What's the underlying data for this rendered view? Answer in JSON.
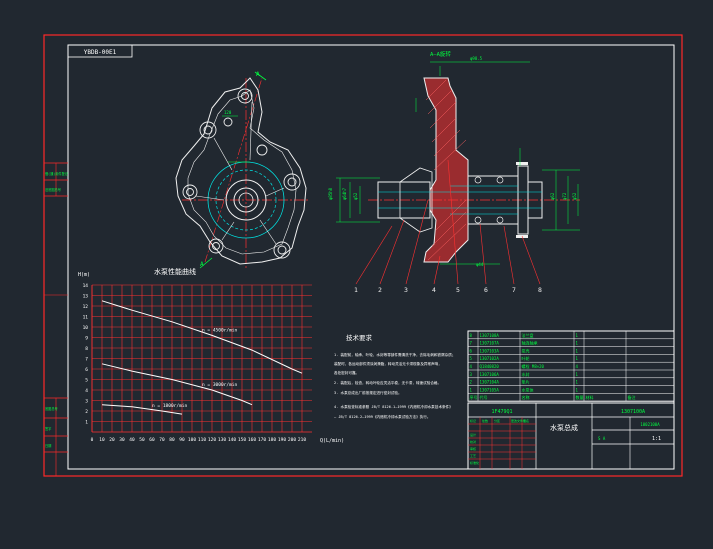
{
  "drawing": {
    "corner_tag": "YBDB-00E1",
    "section_title": "A—A旋转",
    "section_mark": "A",
    "balloons": [
      "1",
      "2",
      "3",
      "4",
      "5",
      "6",
      "7",
      "8"
    ],
    "dims_left": [
      "φ85h8",
      "φ64h7",
      "φ52"
    ],
    "dims_right": [
      "φ62",
      "φ72",
      "φ52"
    ],
    "dims_misc": [
      "φ98.5",
      "120",
      "φ44"
    ]
  },
  "chart_data": {
    "type": "line",
    "title": "水泵性能曲线",
    "ylabel": "H(m)",
    "xlabel": "Q(L/min)",
    "xlim": [
      0,
      220
    ],
    "ylim": [
      0,
      14
    ],
    "xticks": [
      0,
      10,
      20,
      30,
      40,
      50,
      60,
      70,
      80,
      90,
      100,
      110,
      120,
      130,
      140,
      150,
      160,
      170,
      180,
      190,
      200,
      210
    ],
    "yticks": [
      1,
      2,
      3,
      4,
      5,
      6,
      7,
      8,
      9,
      10,
      11,
      12,
      13,
      14
    ],
    "grid": true,
    "series": [
      {
        "name": "n = 4500r/min",
        "x": [
          10,
          40,
          80,
          120,
          160,
          200,
          210
        ],
        "y": [
          12.5,
          11.6,
          10.5,
          9.2,
          7.8,
          6.0,
          5.6
        ]
      },
      {
        "name": "n = 3000r/min",
        "x": [
          10,
          40,
          80,
          120,
          150,
          160
        ],
        "y": [
          6.5,
          5.8,
          5.0,
          4.0,
          3.0,
          2.6
        ]
      },
      {
        "name": "n = 1800r/min",
        "x": [
          10,
          40,
          70,
          90
        ],
        "y": [
          2.6,
          2.4,
          2.0,
          1.7
        ]
      }
    ]
  },
  "tech": {
    "heading": "技术要求",
    "lines": [
      "1. 装配前，轴承、叶轮、水封等零部件需清洗干净，去除毛刺和铁屑杂质；",
      "装配时，各运动部件须涂润滑脂，转动灵活无卡滞现象及异常声响，",
      "各处密封可靠。",
      "2. 装配后，检查，转动叶轮应灵活平稳，无卡滞，转速试验合格。",
      "3. 水泵总成出厂前按规定进行密封试验。",
      "",
      "4. 水泵检查标准参照 JB/T 8126.1—1999《内燃机冷却水泵技术条件》",
      "— JB/T 8126.2—1999《内燃机冷却水泵试验方法》执行。"
    ]
  },
  "bom": {
    "rows": [
      [
        "8",
        "1307108A",
        "法兰盘",
        "1",
        "",
        ""
      ],
      [
        "7",
        "1307107A",
        "轴连轴承",
        "1",
        "",
        ""
      ],
      [
        "6",
        "1307103A",
        "泵壳",
        "1",
        "",
        ""
      ],
      [
        "5",
        "1307102A",
        "叶轮",
        "1",
        "",
        ""
      ],
      [
        "4",
        "Q1840820",
        "螺栓 M8×20",
        "4",
        "",
        ""
      ],
      [
        "3",
        "1307106A",
        "水封",
        "1",
        "",
        ""
      ],
      [
        "2",
        "1307104A",
        "垫片",
        "1",
        "",
        ""
      ],
      [
        "1",
        "1307105A",
        "水泵体",
        "1",
        "",
        ""
      ]
    ],
    "headers": [
      "序号",
      "代号",
      "名称",
      "数量",
      "材料",
      "备注"
    ]
  },
  "title_block": {
    "main_name": "水泵总成",
    "part_code": "1F479Q1",
    "drawing_no": "1307100A",
    "material_code": "1002100A",
    "scale": "1:1",
    "sheet": "S A",
    "cells": [
      "标记",
      "处数",
      "分区",
      "更改文件号",
      "签名",
      "年月日",
      "设计",
      "校对",
      "审核",
      "工艺",
      "标准化",
      "批准"
    ]
  },
  "sidebar": {
    "labels": [
      "借(通)用件登记",
      "旧底图总号",
      "底图总号",
      "签字",
      "日期"
    ]
  },
  "colors": {
    "border": "#ff2828",
    "line": "#f0f0f0",
    "center": "#ff3030",
    "hatch": "#ff3030",
    "dim": "#00ff40",
    "inner": "#00e5e5",
    "text": "#ffffff",
    "grid": "#ff3030"
  }
}
